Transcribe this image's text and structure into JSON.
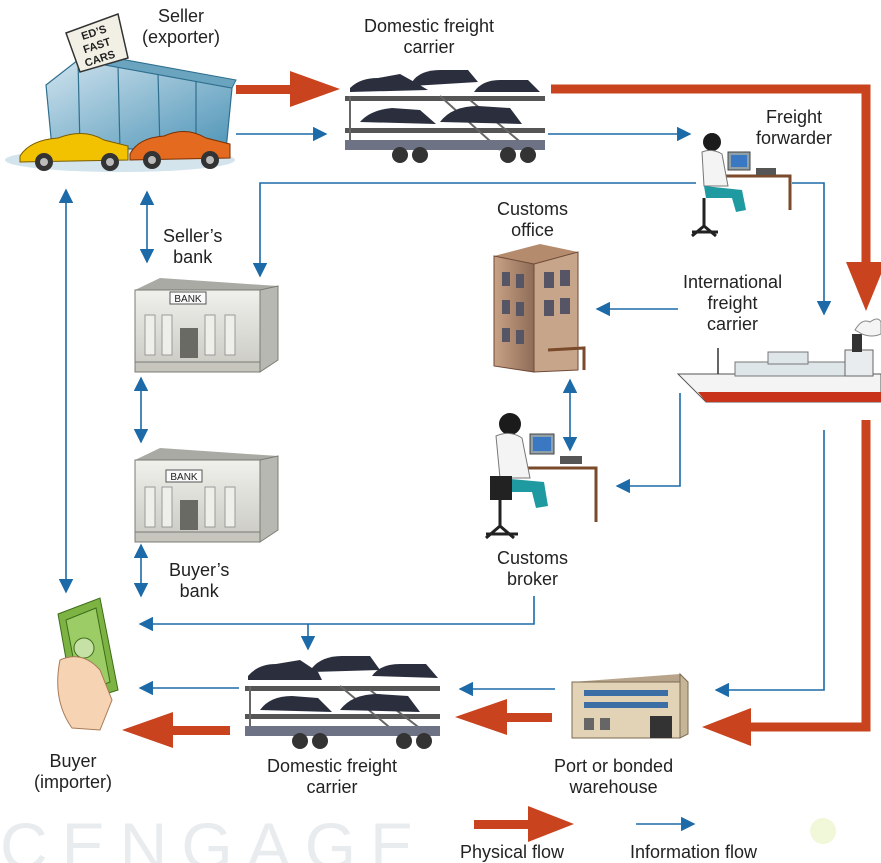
{
  "labels": {
    "seller": [
      "Seller",
      "(exporter)"
    ],
    "domestic_top": [
      "Domestic freight",
      "carrier"
    ],
    "freight_forwarder": [
      "Freight",
      "forwarder"
    ],
    "sellers_bank": [
      "Seller’s",
      "bank"
    ],
    "customs_office": [
      "Customs",
      "office"
    ],
    "international_carrier": [
      "International",
      "freight",
      "carrier"
    ],
    "buyers_bank": [
      "Buyer’s",
      "bank"
    ],
    "customs_broker": [
      "Customs",
      "broker"
    ],
    "buyer": [
      "Buyer",
      "(importer)"
    ],
    "domestic_bottom": [
      "Domestic freight",
      "carrier"
    ],
    "port": [
      "Port or bonded",
      "warehouse"
    ]
  },
  "store_sign": [
    "ED’S",
    "FAST",
    "CARS"
  ],
  "bank_sign": "BANK",
  "legend": {
    "physical": "Physical flow",
    "information": "Information flow"
  },
  "watermark": "CENGAGE",
  "colors": {
    "physical_flow": "#c8431e",
    "information_flow": "#1c6aa8"
  }
}
